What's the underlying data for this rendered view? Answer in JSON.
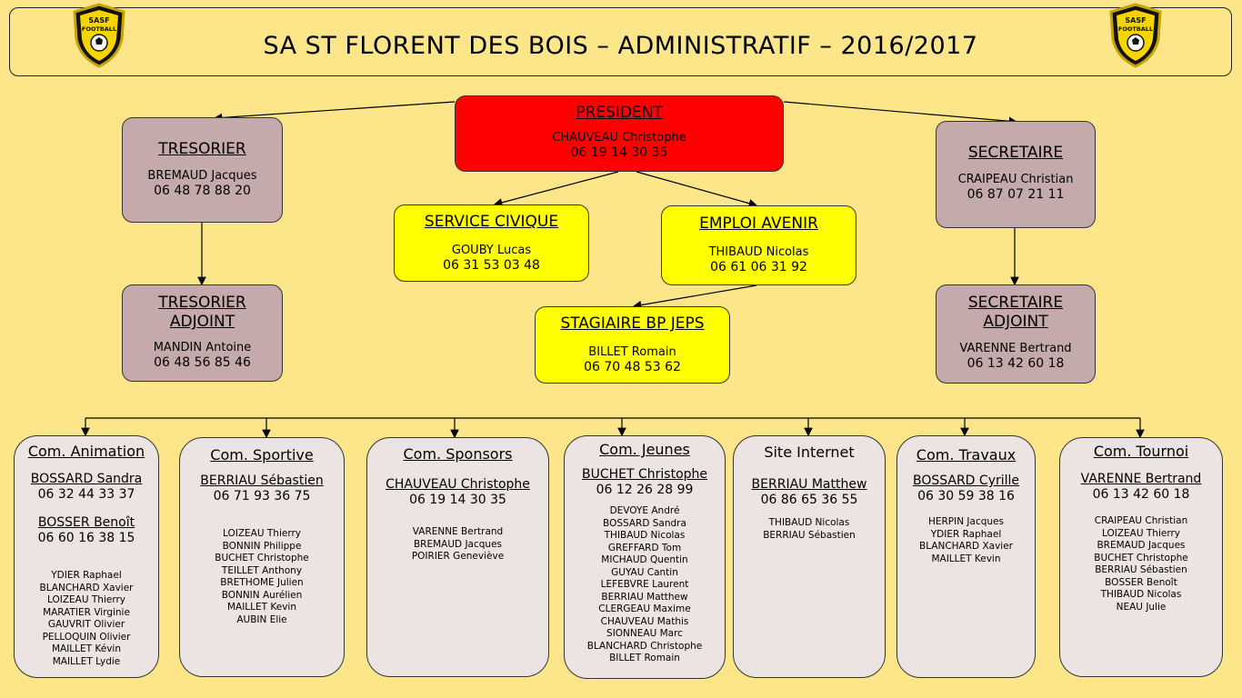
{
  "header": {
    "title": "SA ST FLORENT DES BOIS – ADMINISTRATIF – 2016/2017"
  },
  "logo": {
    "line1": "SASF",
    "line2": "FOOTBALL"
  },
  "colors": {
    "background": "#fde58a",
    "president": "#ff0000",
    "office": "#c4aaaa",
    "staff": "#ffff00",
    "commission": "#ece3e3"
  },
  "president": {
    "role": "PRESIDENT",
    "name": "CHAUVEAU Christophe",
    "phone": "06 19 14 30 35"
  },
  "tresorier": {
    "role": "TRESORIER",
    "name": "BREMAUD Jacques",
    "phone": "06 48 78 88 20"
  },
  "tresorier_adjoint": {
    "role_line1": "TRESORIER",
    "role_line2": "ADJOINT",
    "name": "MANDIN Antoine",
    "phone": "06 48 56 85 46"
  },
  "secretaire": {
    "role": "SECRETAIRE",
    "name": "CRAIPEAU Christian",
    "phone": "06 87 07 21 11"
  },
  "secretaire_adjoint": {
    "role_line1": "SECRETAIRE",
    "role_line2": "ADJOINT",
    "name": "VARENNE Bertrand",
    "phone": "06 13 42 60 18"
  },
  "service_civique": {
    "role": "SERVICE CIVIQUE",
    "name": "GOUBY Lucas",
    "phone": "06 31 53 03 48"
  },
  "emploi_avenir": {
    "role": "EMPLOI AVENIR",
    "name": "THIBAUD Nicolas",
    "phone": "06 61 06 31 92"
  },
  "stagiaire": {
    "role": "STAGIAIRE BP JEPS",
    "name": "BILLET Romain",
    "phone": "06 70 48 53 62"
  },
  "commissions": [
    {
      "title": "Com. Animation",
      "leads": [
        {
          "name": "BOSSARD Sandra",
          "phone": "06 32 44 33 37"
        },
        {
          "name": "BOSSER Benoît",
          "phone": "06 60 16 38 15"
        }
      ],
      "members": [
        "YDIER Raphael",
        "BLANCHARD Xavier",
        "LOIZEAU Thierry",
        "MARATIER Virginie",
        "GAUVRIT Olivier",
        "PELLOQUIN Olivier",
        "MAILLET Kévin",
        "MAILLET Lydie"
      ]
    },
    {
      "title": "Com. Sportive",
      "leads": [
        {
          "name": "BERRIAU Sébastien",
          "phone": "06 71 93 36 75"
        }
      ],
      "members": [
        "LOIZEAU Thierry",
        "BONNIN Philippe",
        "BUCHET Christophe",
        "TEILLET Anthony",
        "BRETHOME Julien",
        "BONNIN Aurélien",
        "MAILLET Kevin",
        "AUBIN Elie"
      ]
    },
    {
      "title": "Com. Sponsors",
      "leads": [
        {
          "name": "CHAUVEAU Christophe",
          "phone": "06 19 14 30 35"
        }
      ],
      "members": [
        "VARENNE Bertrand",
        "BREMAUD Jacques",
        "POIRIER Geneviève"
      ]
    },
    {
      "title": "Com. Jeunes",
      "leads": [
        {
          "name": "BUCHET Christophe",
          "phone": "06 12 26 28 99"
        }
      ],
      "members": [
        "DEVOYE André",
        "BOSSARD Sandra",
        "THIBAUD Nicolas",
        "GREFFARD Tom",
        "MICHAUD Quentin",
        "GUYAU Cantin",
        "LEFEBVRE Laurent",
        "BERRIAU Matthew",
        "CLERGEAU Maxime",
        "CHAUVEAU Mathis",
        "SIONNEAU Marc",
        "BLANCHARD Christophe",
        "BILLET Romain"
      ]
    },
    {
      "title": "Site Internet",
      "leads": [
        {
          "name": "BERRIAU Matthew",
          "phone": "06 86 65 36 55"
        }
      ],
      "members": [
        "THIBAUD Nicolas",
        "BERRIAU Sébastien"
      ]
    },
    {
      "title": "Com. Travaux",
      "leads": [
        {
          "name": "BOSSARD Cyrille",
          "phone": "06 30 59 38 16"
        }
      ],
      "members": [
        "HERPIN Jacques",
        "YDIER Raphael",
        "BLANCHARD Xavier",
        "MAILLET Kevin"
      ]
    },
    {
      "title": "Com. Tournoi",
      "leads": [
        {
          "name": "VARENNE Bertrand",
          "phone": "06 13 42 60 18"
        }
      ],
      "members": [
        "CRAIPEAU Christian",
        "LOIZEAU Thierry",
        "BREMAUD Jacques",
        "BUCHET Christophe",
        "BERRIAU Sébastien",
        "BOSSER Benoît",
        "THIBAUD Nicolas",
        "NEAU Julie"
      ]
    }
  ]
}
